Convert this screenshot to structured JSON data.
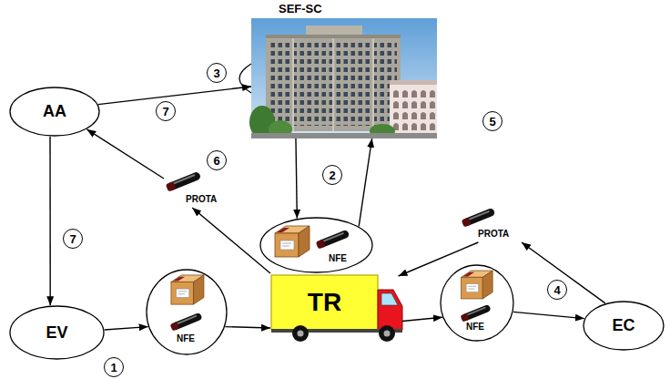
{
  "diagram": {
    "nodes": [
      {
        "text": [
          "SEF-SC"
        ]
      },
      {
        "text": [
          "AA"
        ]
      },
      {
        "text": [
          "PROTA"
        ]
      },
      {
        "text": [
          "NFE"
        ]
      },
      {
        "text": [
          "PROTA"
        ]
      },
      {
        "text": [
          "EV"
        ]
      },
      {
        "text": [
          "NFE"
        ]
      },
      {
        "text": [
          "TR"
        ]
      },
      {
        "text": [
          "NFE"
        ]
      },
      {
        "text": [
          "EC"
        ]
      }
    ],
    "edges": [
      {
        "from": 1,
        "to": 0,
        "arrow": "to"
      },
      {
        "from": 0,
        "to": 3,
        "arrow": "to"
      },
      {
        "from": 3,
        "to": 0,
        "arrow": "to"
      },
      {
        "from": 1,
        "to": 5,
        "arrow": "to"
      },
      {
        "from": 5,
        "to": 6,
        "arrow": "to"
      },
      {
        "from": 6,
        "to": 7,
        "arrow": "to"
      },
      {
        "from": 7,
        "to": 8,
        "arrow": "to"
      },
      {
        "from": 8,
        "to": 9,
        "arrow": "to"
      },
      {
        "from": 9,
        "to": 4,
        "arrow": "to"
      },
      {
        "from": 4,
        "to": 7,
        "arrow": "to"
      },
      {
        "from": 7,
        "to": 2,
        "arrow": "to"
      },
      {
        "from": 2,
        "to": 1,
        "arrow": "to"
      }
    ],
    "labels": [
      "3",
      "7",
      "5",
      "6",
      "2",
      "7",
      "4",
      "1"
    ]
  }
}
